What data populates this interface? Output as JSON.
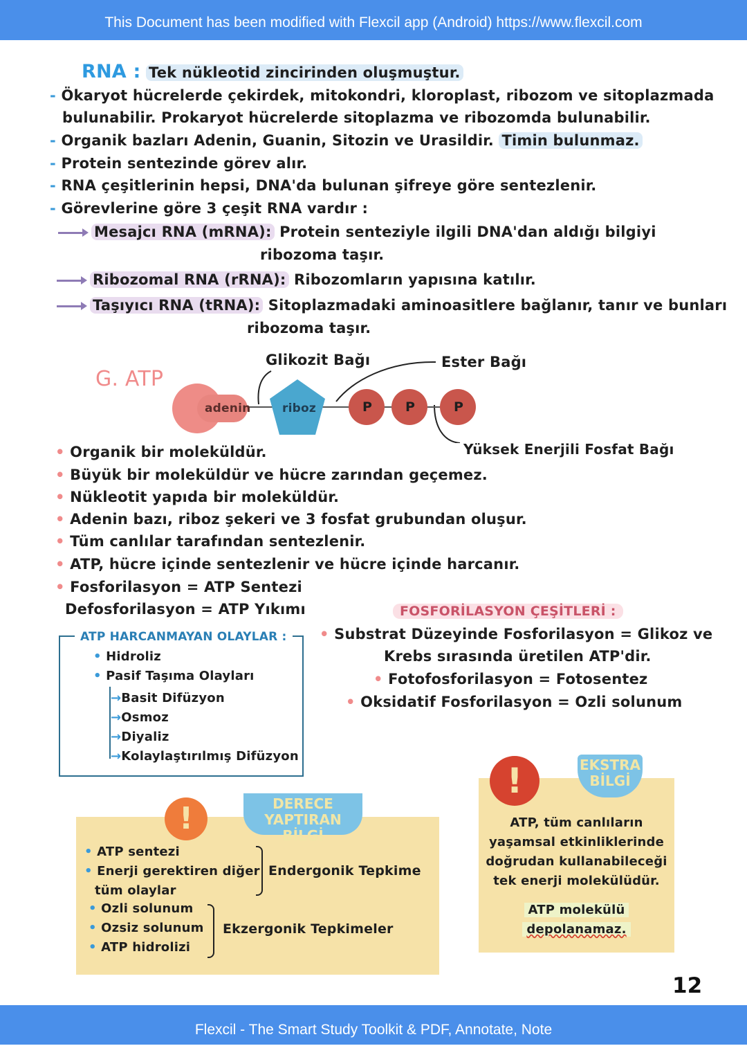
{
  "header": {
    "banner": "This Document has been modified with Flexcil app (Android) https://www.flexcil.com"
  },
  "footer": {
    "banner": "Flexcil - The Smart Study Toolkit & PDF, Annotate, Note"
  },
  "rna": {
    "title": "RNA :",
    "title_desc": "Tek nükleotid zincirinden oluşmuştur.",
    "line1": "Ökaryot hücrelerde çekirdek, mitokondri, kloroplast, ribozom ve sitoplazmada",
    "line1b": "bulunabilir. Prokaryot hücrelerde sitoplazma ve ribozomda bulunabilir.",
    "line2": "Organik bazları Adenin, Guanin, Sitozin ve Urasildir.",
    "line2_hl": "Timin bulunmaz.",
    "line3": "Protein sentezinde görev alır.",
    "line4": "RNA çeşitlerinin hepsi, DNA'da bulunan şifreye göre sentezlenir.",
    "line5": "Görevlerine göre 3 çeşit RNA vardır :",
    "types": [
      {
        "name": "Mesajcı RNA (mRNA):",
        "desc": "Protein senteziyle ilgili DNA'dan aldığı bilgiyi",
        "desc2": "ribozoma taşır."
      },
      {
        "name": "Ribozomal RNA (rRNA):",
        "desc": "Ribozomların yapısına katılır.",
        "desc2": ""
      },
      {
        "name": "Taşıyıcı RNA (tRNA):",
        "desc": "Sitoplazmadaki aminoasitlere bağlanır, tanır ve bunları",
        "desc2": "ribozoma taşır."
      }
    ]
  },
  "atp": {
    "title": "G. ATP",
    "labels": {
      "glikozit": "Glikozit Bağı",
      "ester": "Ester Bağı",
      "yuksek": "Yüksek Enerjili Fosfat Bağı"
    },
    "molecule": {
      "adenin": "adenin",
      "riboz": "riboz",
      "p1": "P",
      "p2": "P",
      "p3": "P"
    },
    "bullets": [
      "Organik bir moleküldür.",
      "Büyük bir moleküldür ve hücre zarından geçemez.",
      "Nükleotit yapıda bir moleküldür.",
      "Adenin bazı, riboz şekeri ve 3 fosfat grubundan oluşur.",
      "Tüm canlılar tarafından sentezlenir.",
      "ATP, hücre içinde sentezlenir ve hücre içinde harcanır.",
      "Fosforilasyon = ATP Sentezi"
    ],
    "defos": "Defosforilasyon = ATP Yıkımı"
  },
  "harcanmayan": {
    "title": "ATP HARCANMAYAN OLAYLAR :",
    "items": [
      "Hidroliz",
      "Pasif Taşıma Olayları"
    ],
    "sub": [
      "Basit Difüzyon",
      "Osmoz",
      "Diyaliz",
      "Kolaylaştırılmış Difüzyon"
    ]
  },
  "fosforilasyon": {
    "title": "FOSFORİLASYON ÇEŞİTLERİ :",
    "items": [
      "Substrat Düzeyinde Fosforilasyon = Glikoz ve",
      "Krebs sırasında üretilen ATP'dir.",
      "Fotofosforilasyon = Fotosentez",
      "Oksidatif Fosforilasyon = Ozli solunum"
    ]
  },
  "derece": {
    "badge": "DERECE YAPTIRAN BİLGİ",
    "warn": "!",
    "endergonik_items": [
      "ATP sentezi",
      "Enerji gerektiren diğer",
      "tüm olaylar"
    ],
    "endergonik_label": "Endergonik Tepkime",
    "ekzergonik_items": [
      "Ozli solunum",
      "Ozsiz solunum",
      "ATP hidrolizi"
    ],
    "ekzergonik_label": "Ekzergonik Tepkimeler"
  },
  "ekstra": {
    "badge": "EKSTRA BİLGİ",
    "warn": "!",
    "lines": [
      "ATP, tüm canlıların",
      "yaşamsal etkinliklerinde",
      "doğrudan kullanabileceği",
      "tek enerji molekülüdür."
    ],
    "note1": "ATP molekülü",
    "note2": "depolanamaz."
  },
  "page_number": "12",
  "colors": {
    "banner": "#4a8fea",
    "adenin": "#ee8c87",
    "riboz": "#4aa7cf",
    "phosphate": "#c9564c",
    "panel": "#f6e2a8"
  }
}
